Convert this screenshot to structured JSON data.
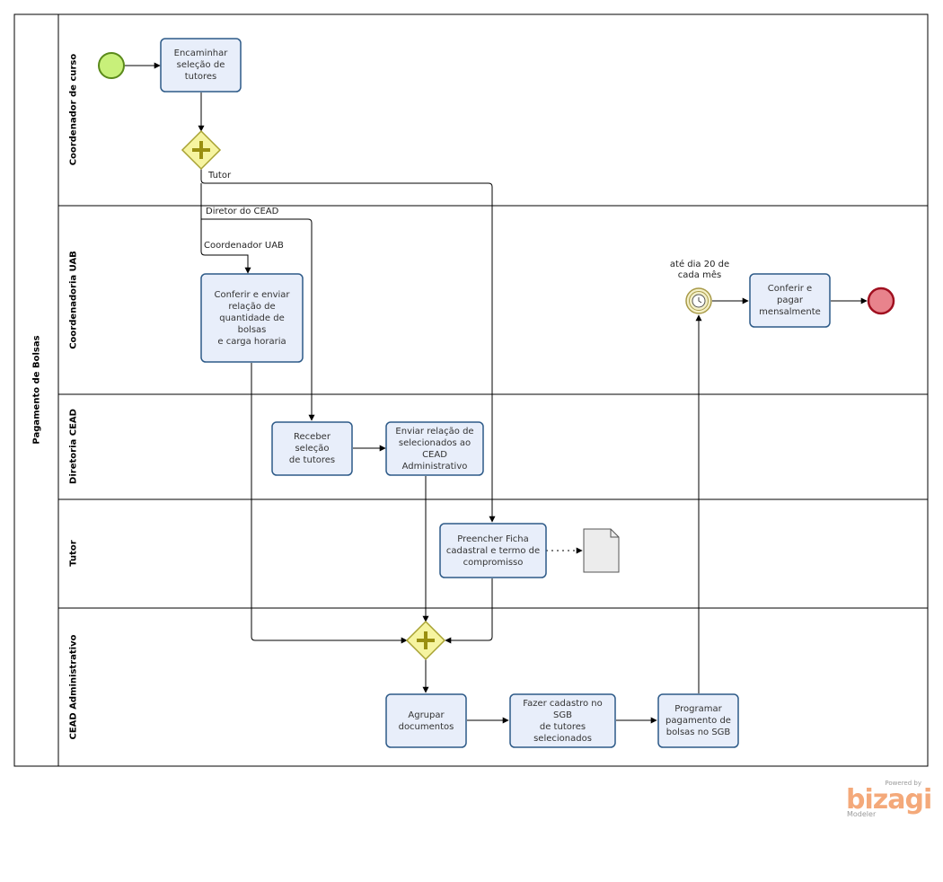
{
  "pool": {
    "name": "Pagamento de Bolsas"
  },
  "lanes": [
    {
      "id": "coord-curso",
      "name": "Coordenador de curso"
    },
    {
      "id": "coord-uab",
      "name": "Coordenadoria UAB"
    },
    {
      "id": "diretoria",
      "name": "Diretoria CEAD"
    },
    {
      "id": "tutor",
      "name": "Tutor"
    },
    {
      "id": "cead-adm",
      "name": "CEAD Administrativo"
    }
  ],
  "tasks": {
    "encaminhar": "Encaminhar\nseleção de\ntutores",
    "conferir_enviar": "Conferir e enviar\nrelação de\nquantidade de bolsas\ne carga horaria",
    "conferir_pagar": "Conferir e\npagar\nmensalmente",
    "receber": "Receber seleção\nde tutores",
    "enviar_relacao": "Enviar relação de\nselecionados ao\nCEAD Administrativo",
    "preencher": "Preencher Ficha\ncadastral e termo de\ncompromisso",
    "agrupar": "Agrupar\ndocumentos",
    "fazer_cadastro": "Fazer cadastro no SGB\nde tutores\nselecionados",
    "programar": "Programar\npagamento de\nbolsas no SGB"
  },
  "flow_labels": {
    "tutor": "Tutor",
    "diretor": "Diretor do CEAD",
    "coord_uab": "Coordenador UAB"
  },
  "timer_label": "até dia 20 de\ncada mês",
  "branding": {
    "powered": "Powered by",
    "logo": "bizagi",
    "product": "Modeler"
  },
  "colors": {
    "task_fill": "#e8eefa",
    "task_stroke": "#2d5a88",
    "start_fill": "#c8f07a",
    "start_stroke": "#5a8a1a",
    "end_fill": "#e8838c",
    "end_stroke": "#a01020",
    "gateway_fill": "#f6f4a0",
    "gateway_stroke": "#a8a232",
    "timer_fill": "#f4f0c8",
    "timer_stroke": "#a89a48"
  }
}
